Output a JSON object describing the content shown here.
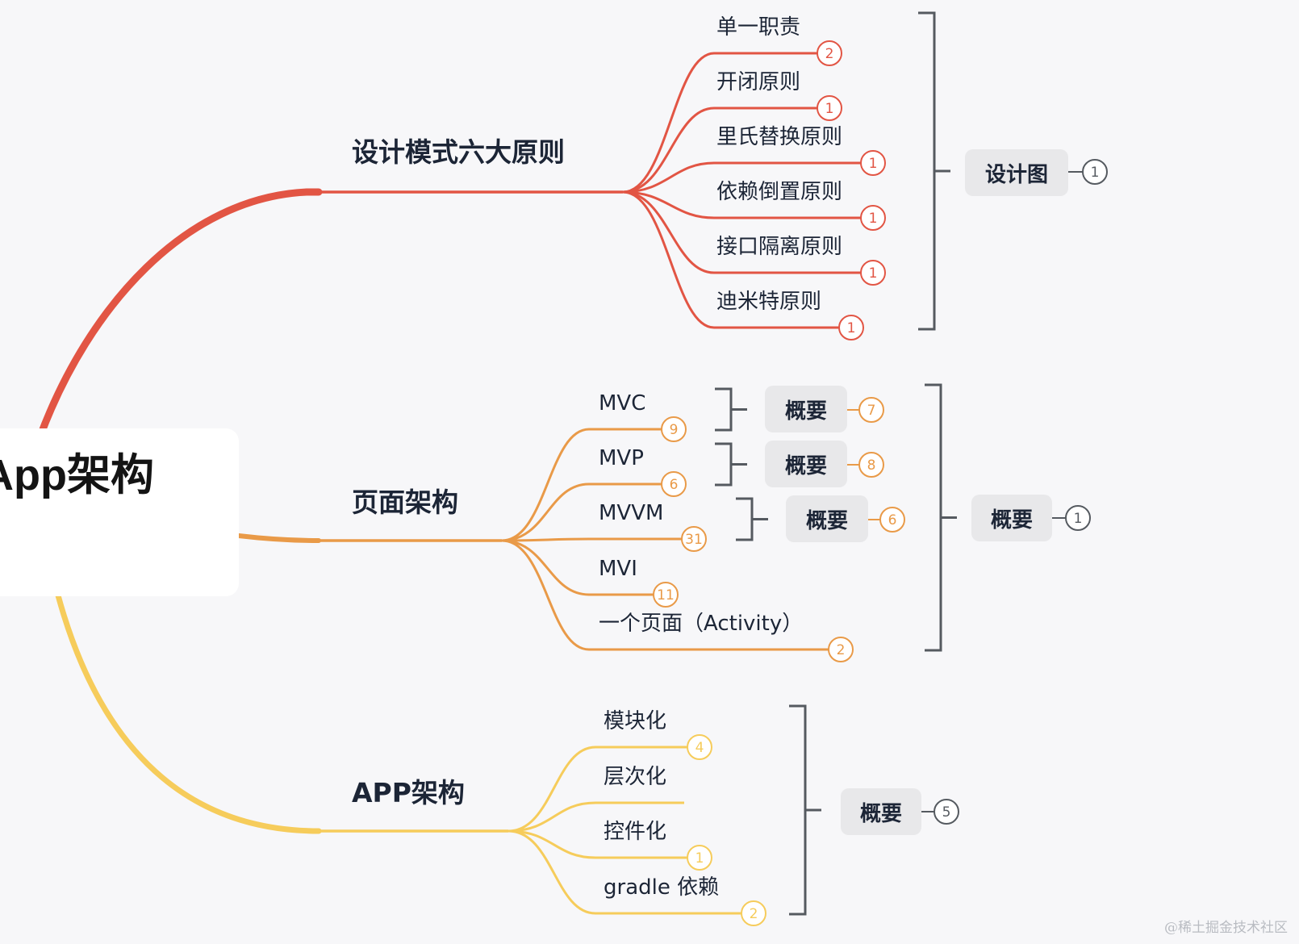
{
  "root": {
    "label": "App架构"
  },
  "colors": {
    "red": "#e25544",
    "orange": "#e99a48",
    "yellow": "#f6cc5b",
    "bracket": "#555a60",
    "summaryBg": "#e8e8ea"
  },
  "branches": [
    {
      "label": "设计模式六大原则",
      "items": [
        {
          "label": "单一职责",
          "count": "2"
        },
        {
          "label": "开闭原则",
          "count": "1"
        },
        {
          "label": "里氏替换原则",
          "count": "1"
        },
        {
          "label": "依赖倒置原则",
          "count": "1"
        },
        {
          "label": "接口隔离原则",
          "count": "1"
        },
        {
          "label": "迪米特原则",
          "count": "1"
        }
      ],
      "summary": {
        "label": "设计图",
        "count": "1"
      }
    },
    {
      "label": "页面架构",
      "items": [
        {
          "label": "MVC",
          "count": "9",
          "summary": {
            "label": "概要",
            "count": "7"
          }
        },
        {
          "label": "MVP",
          "count": "6",
          "summary": {
            "label": "概要",
            "count": "8"
          }
        },
        {
          "label": "MVVM",
          "count": "31",
          "summary": {
            "label": "概要",
            "count": "6"
          }
        },
        {
          "label": "MVI",
          "count": "11"
        },
        {
          "label": "一个页面（Activity）",
          "count": "2"
        }
      ],
      "summary": {
        "label": "概要",
        "count": "1"
      }
    },
    {
      "label": "APP架构",
      "items": [
        {
          "label": "模块化",
          "count": "4"
        },
        {
          "label": "层次化",
          "count": ""
        },
        {
          "label": "控件化",
          "count": "1"
        },
        {
          "label": "gradle 依赖",
          "count": "2"
        }
      ],
      "summary": {
        "label": "概要",
        "count": "5"
      }
    }
  ],
  "watermark": "@稀土掘金技术社区"
}
